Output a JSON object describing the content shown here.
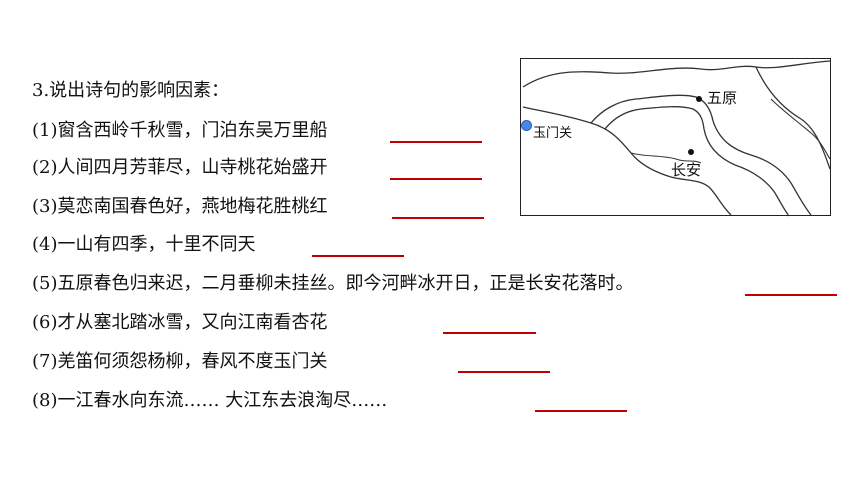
{
  "question": {
    "title": "3.说出诗句的影响因素：",
    "items": [
      "(1)窗含西岭千秋雪，门泊东吴万里船",
      "(2)人间四月芳菲尽，山寺桃花始盛开",
      "(3)莫恋南国春色好，燕地梅花胜桃红",
      "(4)一山有四季，十里不同天",
      "(5)五原春色归来迟，二月垂柳未挂丝。即今河畔冰开日，正是长安花落时。",
      "(6)才从塞北踏冰雪，又向江南看杏花",
      "(7)羌笛何须怨杨柳，春风不度玉门关",
      "(8)一江春水向东流…… 大江东去浪淘尽……"
    ]
  },
  "map": {
    "labels": {
      "wuyuan": "五原",
      "changan": "长安",
      "yumenguan": "玉门关"
    }
  },
  "colors": {
    "blank_line": "#c00000",
    "marker": "#4a86e8"
  }
}
